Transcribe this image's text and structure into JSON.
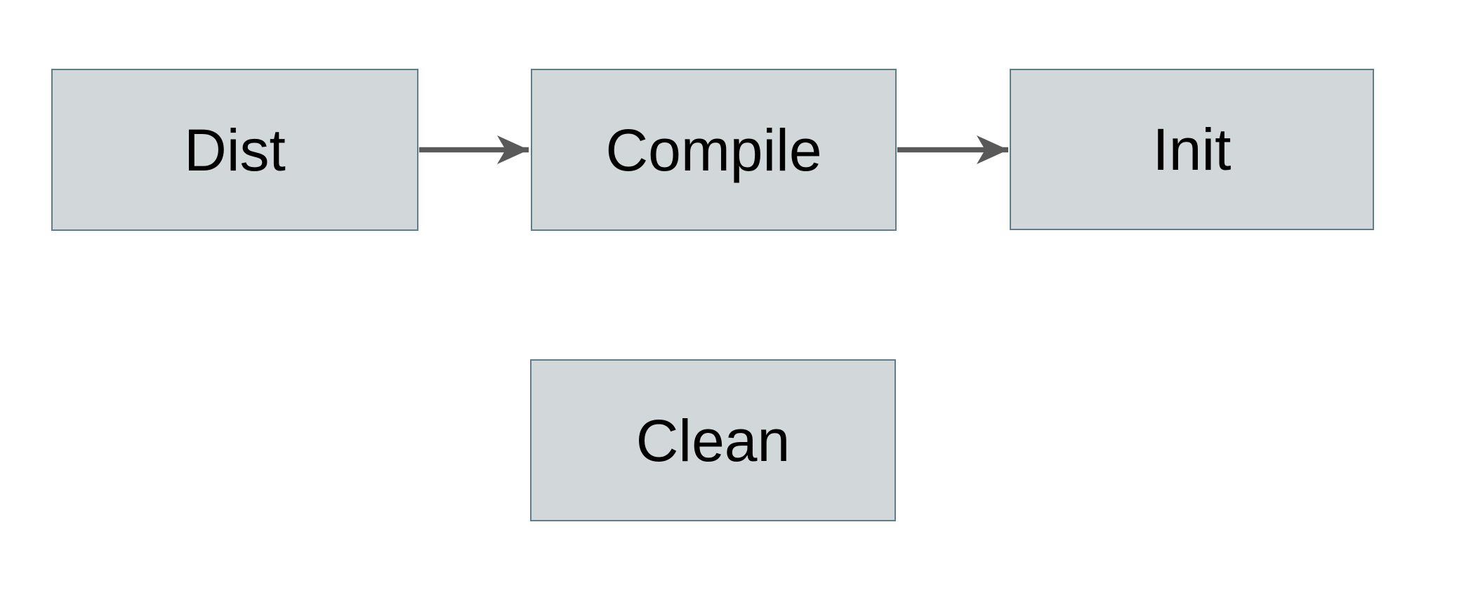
{
  "diagram": {
    "nodes": {
      "dist": {
        "label": "Dist"
      },
      "compile": {
        "label": "Compile"
      },
      "init": {
        "label": "Init"
      },
      "clean": {
        "label": "Clean"
      }
    },
    "edges": [
      {
        "from": "dist",
        "to": "compile"
      },
      {
        "from": "compile",
        "to": "init"
      }
    ],
    "colors": {
      "node_fill": "#d2d8da",
      "node_border": "#607d8b",
      "arrow": "#595959",
      "text": "#000000",
      "background": "#ffffff"
    }
  }
}
